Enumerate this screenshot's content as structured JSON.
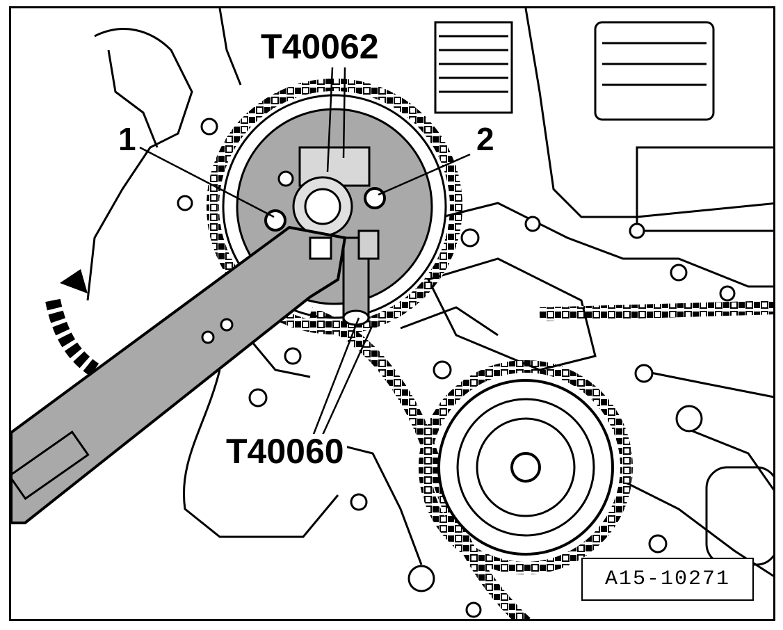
{
  "labels": {
    "tool_top": "T40062",
    "tool_bottom": "T40060",
    "item_1": "1",
    "item_2": "2"
  },
  "figure_id": "A15-10271",
  "colors": {
    "sprocket_fill": "#a9a9a9",
    "line": "#000000",
    "background": "#ffffff"
  },
  "icons": {
    "rotation_arrow": "counterclockwise-rotation-arrow-icon"
  }
}
